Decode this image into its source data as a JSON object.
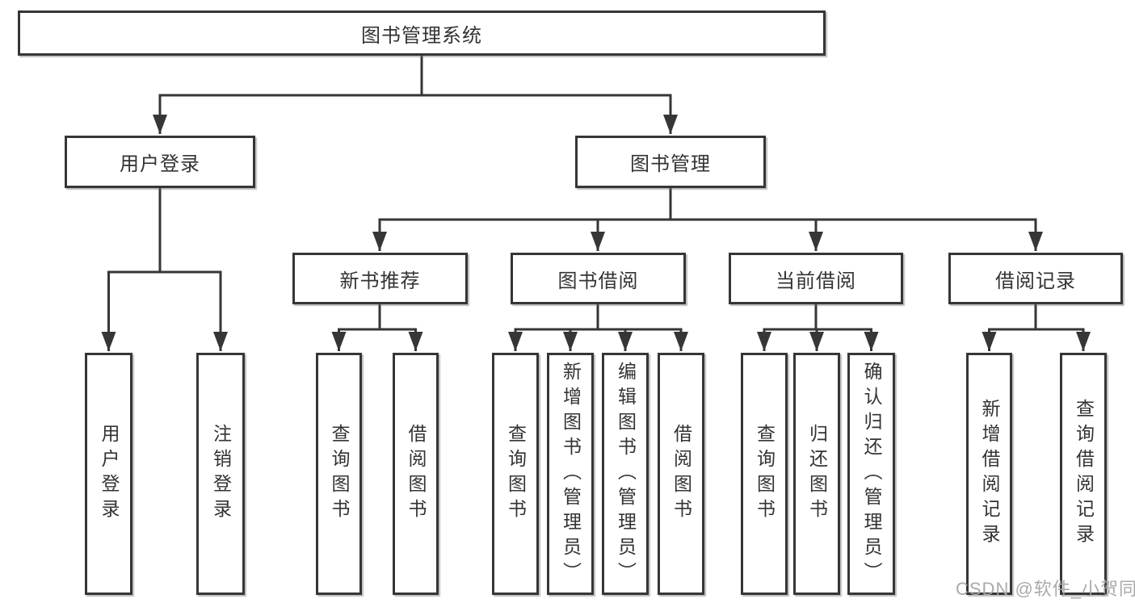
{
  "diagram": {
    "type": "hierarchy-tree",
    "colors": {
      "background": "#ffffff",
      "line": "#363636",
      "box_border": "#363636",
      "box_fill": "#ffffff",
      "text": "#333333",
      "watermark": "#a5a5a5"
    },
    "nodes": {
      "root": {
        "label": "图书管理系统"
      },
      "user_login": {
        "label": "用户登录"
      },
      "book_mgmt": {
        "label": "图书管理"
      },
      "user_login_leaf": {
        "label": "用户登录"
      },
      "logout_leaf": {
        "label": "注销登录"
      },
      "new_book_rec": {
        "label": "新书推荐"
      },
      "book_borrow": {
        "label": "图书借阅"
      },
      "current_borrow": {
        "label": "当前借阅"
      },
      "borrow_records": {
        "label": "借阅记录"
      },
      "rec_query_books": {
        "label": "查询图书"
      },
      "rec_borrow_books": {
        "label": "借阅图书"
      },
      "bb_query_books": {
        "label": "查询图书"
      },
      "bb_add_books": {
        "label": "新增图书（管理员）"
      },
      "bb_edit_books": {
        "label": "编辑图书（管理员）"
      },
      "bb_borrow_books": {
        "label": "借阅图书"
      },
      "cb_query_books": {
        "label": "查询图书"
      },
      "cb_return_books": {
        "label": "归还图书"
      },
      "cb_confirm_return": {
        "label": "确认归还（管理员）"
      },
      "br_add_record": {
        "label": "新增借阅记录"
      },
      "br_query_record": {
        "label": "查询借阅记录"
      }
    },
    "hierarchy": {
      "图书管理系统": {
        "用户登录": [
          "用户登录",
          "注销登录"
        ],
        "图书管理": {
          "新书推荐": [
            "查询图书",
            "借阅图书"
          ],
          "图书借阅": [
            "查询图书",
            "新增图书（管理员）",
            "编辑图书（管理员）",
            "借阅图书"
          ],
          "当前借阅": [
            "查询图书",
            "归还图书",
            "确认归还（管理员）"
          ],
          "借阅记录": [
            "新增借阅记录",
            "查询借阅记录"
          ]
        }
      }
    },
    "watermark": "CSDN @软件_小贺同学"
  }
}
